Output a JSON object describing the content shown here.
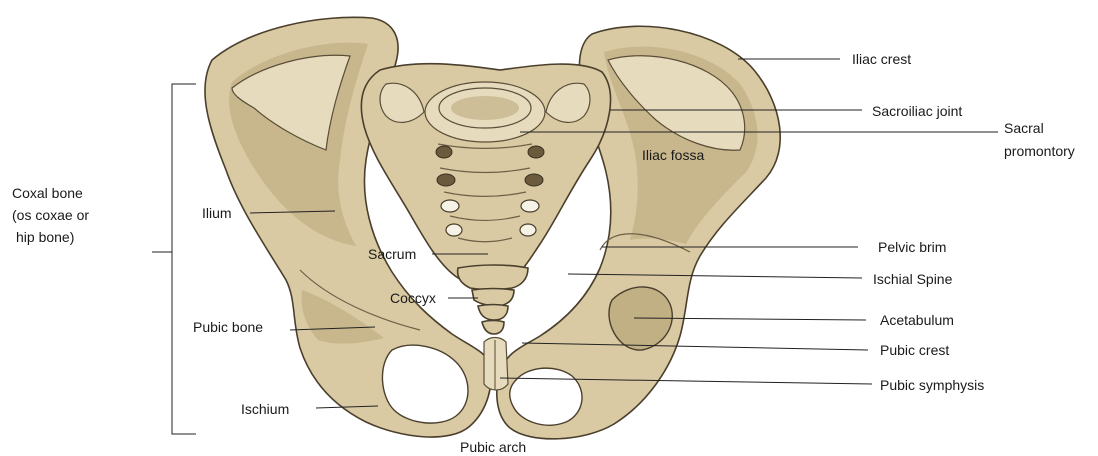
{
  "labels": {
    "coxal_bone": [
      "Coxal bone",
      "(os coxae or",
      "hip bone)"
    ],
    "ilium": "Ilium",
    "pubic_bone": "Pubic bone",
    "ischium": "Ischium",
    "sacrum": "Sacrum",
    "coccyx": "Coccyx",
    "pubic_arch": "Pubic arch",
    "iliac_crest": "Iliac crest",
    "sacroiliac_joint": "Sacroiliac joint",
    "sacral_promontory": [
      "Sacral",
      "promontory"
    ],
    "iliac_fossa": "Iliac fossa",
    "pelvic_brim": "Pelvic brim",
    "ischial_spine": "Ischial Spine",
    "acetabulum": "Acetabulum",
    "pubic_crest": "Pubic crest",
    "pubic_symphysis": "Pubic symphysis"
  },
  "colors": {
    "bone": "#d9caa3",
    "bone_outline": "#4a3f2c",
    "label_text": "#1a1a1a"
  }
}
